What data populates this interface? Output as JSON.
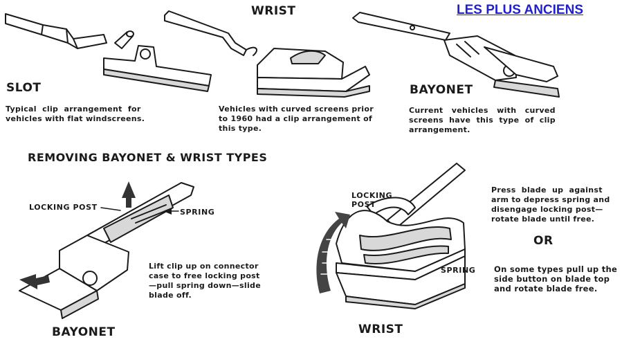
{
  "link": {
    "text": "LES PLUS ANCIENS"
  },
  "top": {
    "wrist_title": "WRIST",
    "slot": {
      "title": "SLOT",
      "caption_line1": "Typical  clip  arrangement  for",
      "caption_line2": "vehicles with flat windscreens."
    },
    "wrist_caption": {
      "line1": "Vehicles with curved screens prior",
      "line2": "to 1960 had a clip arrangement of",
      "line3": "this type."
    },
    "bayonet": {
      "title": "BAYONET",
      "caption_line1": "Current   vehicles   with   curved",
      "caption_line2": "screens  have  this  type  of  clip",
      "caption_line3": "arrangement."
    }
  },
  "removing": {
    "title": "REMOVING BAYONET & WRIST TYPES",
    "bayonet_diagram": {
      "locking_post_label": "LOCKING POST",
      "spring_label": "SPRING",
      "caption_line1": "Lift clip up on connector",
      "caption_line2": "case to free locking post",
      "caption_line3": "—pull spring down—slide",
      "caption_line4": "blade off.",
      "bottom_title": "BAYONET"
    },
    "wrist_diagram": {
      "locking_label_line1": "LOCKING",
      "locking_label_line2": "POST",
      "spring_label": "SPRING",
      "bottom_title": "WRIST",
      "instructions_line1": "Press  blade  up  against",
      "instructions_line2": "arm to depress spring and",
      "instructions_line3": "disengage locking post—",
      "instructions_line4": "rotate blade until free.",
      "or_text": "OR",
      "alt_line1": "On some types pull up the",
      "alt_line2": "side button on blade top",
      "alt_line3": "and rotate blade free."
    }
  }
}
